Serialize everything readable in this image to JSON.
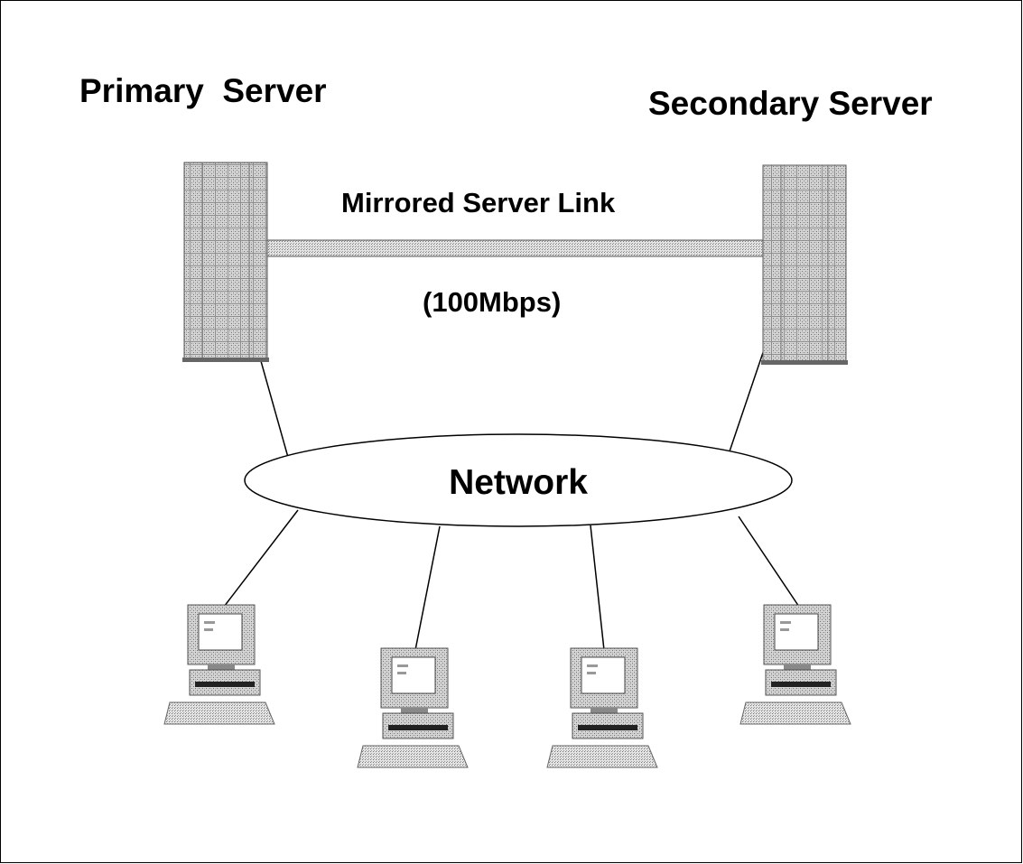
{
  "labels": {
    "primary_server": "Primary  Server",
    "secondary_server": "Secondary Server",
    "link_name": "Mirrored Server Link",
    "link_speed": "(100Mbps)",
    "network": "Network"
  },
  "icons": {
    "server": "server-tower-icon",
    "workstation": "desktop-computer-icon"
  },
  "colors": {
    "ink": "#000000",
    "dither_dark": "#8a8a8a",
    "dither_light": "#d6d6d6",
    "background": "#ffffff"
  }
}
